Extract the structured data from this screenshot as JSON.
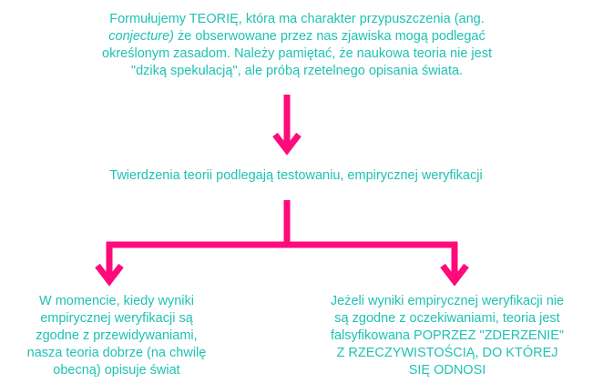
{
  "colors": {
    "text": "#1ec2b2",
    "arrow": "#ff0a7a"
  },
  "top_box": {
    "line1": "Formułujemy TEORIĘ, która ma charakter przypuszczenia (ang.",
    "line2_italic": "conjecture)",
    "line2_rest": " że obserwowane przez nas zjawiska mogą podlegać",
    "line3": "określonym zasadom. Należy pamiętać, że naukowa teoria nie jest",
    "line4": "\"dziką spekulacją\", ale próbą rzetelnego opisania świata."
  },
  "middle_box": {
    "text": "Twierdzenia teorii podlegają testowaniu, empirycznej weryfikacji"
  },
  "left_box": {
    "line1": "W momencie, kiedy wyniki",
    "line2": "empirycznej weryfikacji są",
    "line3": "zgodne z przewidywaniami,",
    "line4": "nasza teoria dobrze (na chwilę",
    "line5": "obecną) opisuje świat"
  },
  "right_box": {
    "line1": "Jeżeli wyniki empirycznej weryfikacji nie",
    "line2": "są zgodne z oczekiwaniami, teoria jest",
    "line3": "falsyfikowana POPRZEZ \"ZDERZENIE\"",
    "line4": "Z RZECZYWISTOŚCIĄ, DO KTÓREJ",
    "line5": "SIĘ ODNOSI"
  }
}
